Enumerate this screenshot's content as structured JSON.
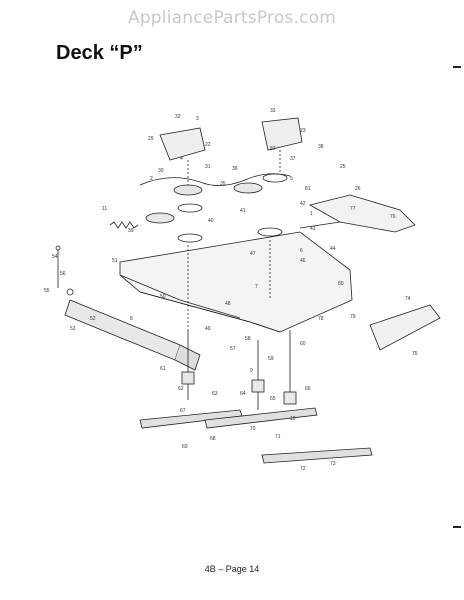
{
  "watermark": "AppliancePartsPros.com",
  "title": "Deck “P”",
  "footer": "4B – Page 14",
  "part_labels": [
    "32",
    "22",
    "33",
    "23",
    "29",
    "30",
    "31",
    "35",
    "36",
    "37",
    "38",
    "25",
    "26",
    "11",
    "39",
    "40",
    "41",
    "42",
    "43",
    "44",
    "46",
    "47",
    "48",
    "49",
    "50",
    "51",
    "52",
    "53",
    "54",
    "55",
    "56",
    "57",
    "58",
    "59",
    "60",
    "61",
    "62",
    "63",
    "64",
    "65",
    "66",
    "67",
    "68",
    "69",
    "70",
    "71",
    "72",
    "73",
    "74",
    "75",
    "76",
    "77",
    "78",
    "79",
    "80",
    "81",
    "82",
    "1",
    "2",
    "3",
    "4",
    "5",
    "6",
    "7",
    "8",
    "9",
    "10"
  ]
}
